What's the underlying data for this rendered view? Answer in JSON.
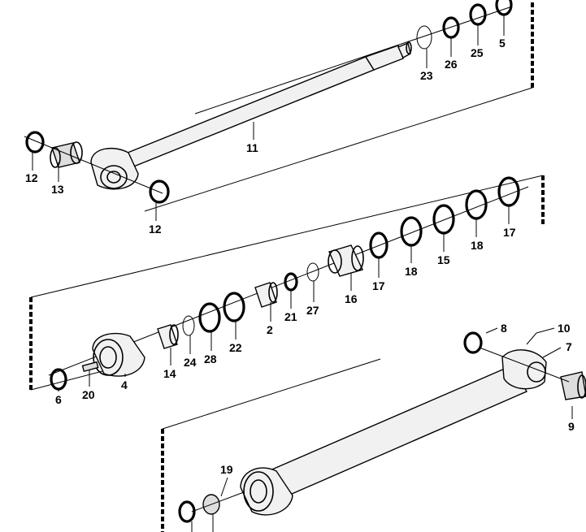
{
  "callouts": {
    "p5": "5",
    "p25": "25",
    "p26": "26",
    "p23": "23",
    "p11": "11",
    "p12a": "12",
    "p12b": "12",
    "p13": "13",
    "p17a": "17",
    "p17b": "17",
    "p18a": "18",
    "p18b": "18",
    "p15": "15",
    "p16": "16",
    "p27": "27",
    "p21": "21",
    "p2": "2",
    "p22": "22",
    "p28": "28",
    "p24": "24",
    "p14": "14",
    "p4": "4",
    "p20": "20",
    "p6": "6",
    "p8": "8",
    "p10": "10",
    "p7": "7",
    "p9": "9",
    "p19": "19"
  }
}
